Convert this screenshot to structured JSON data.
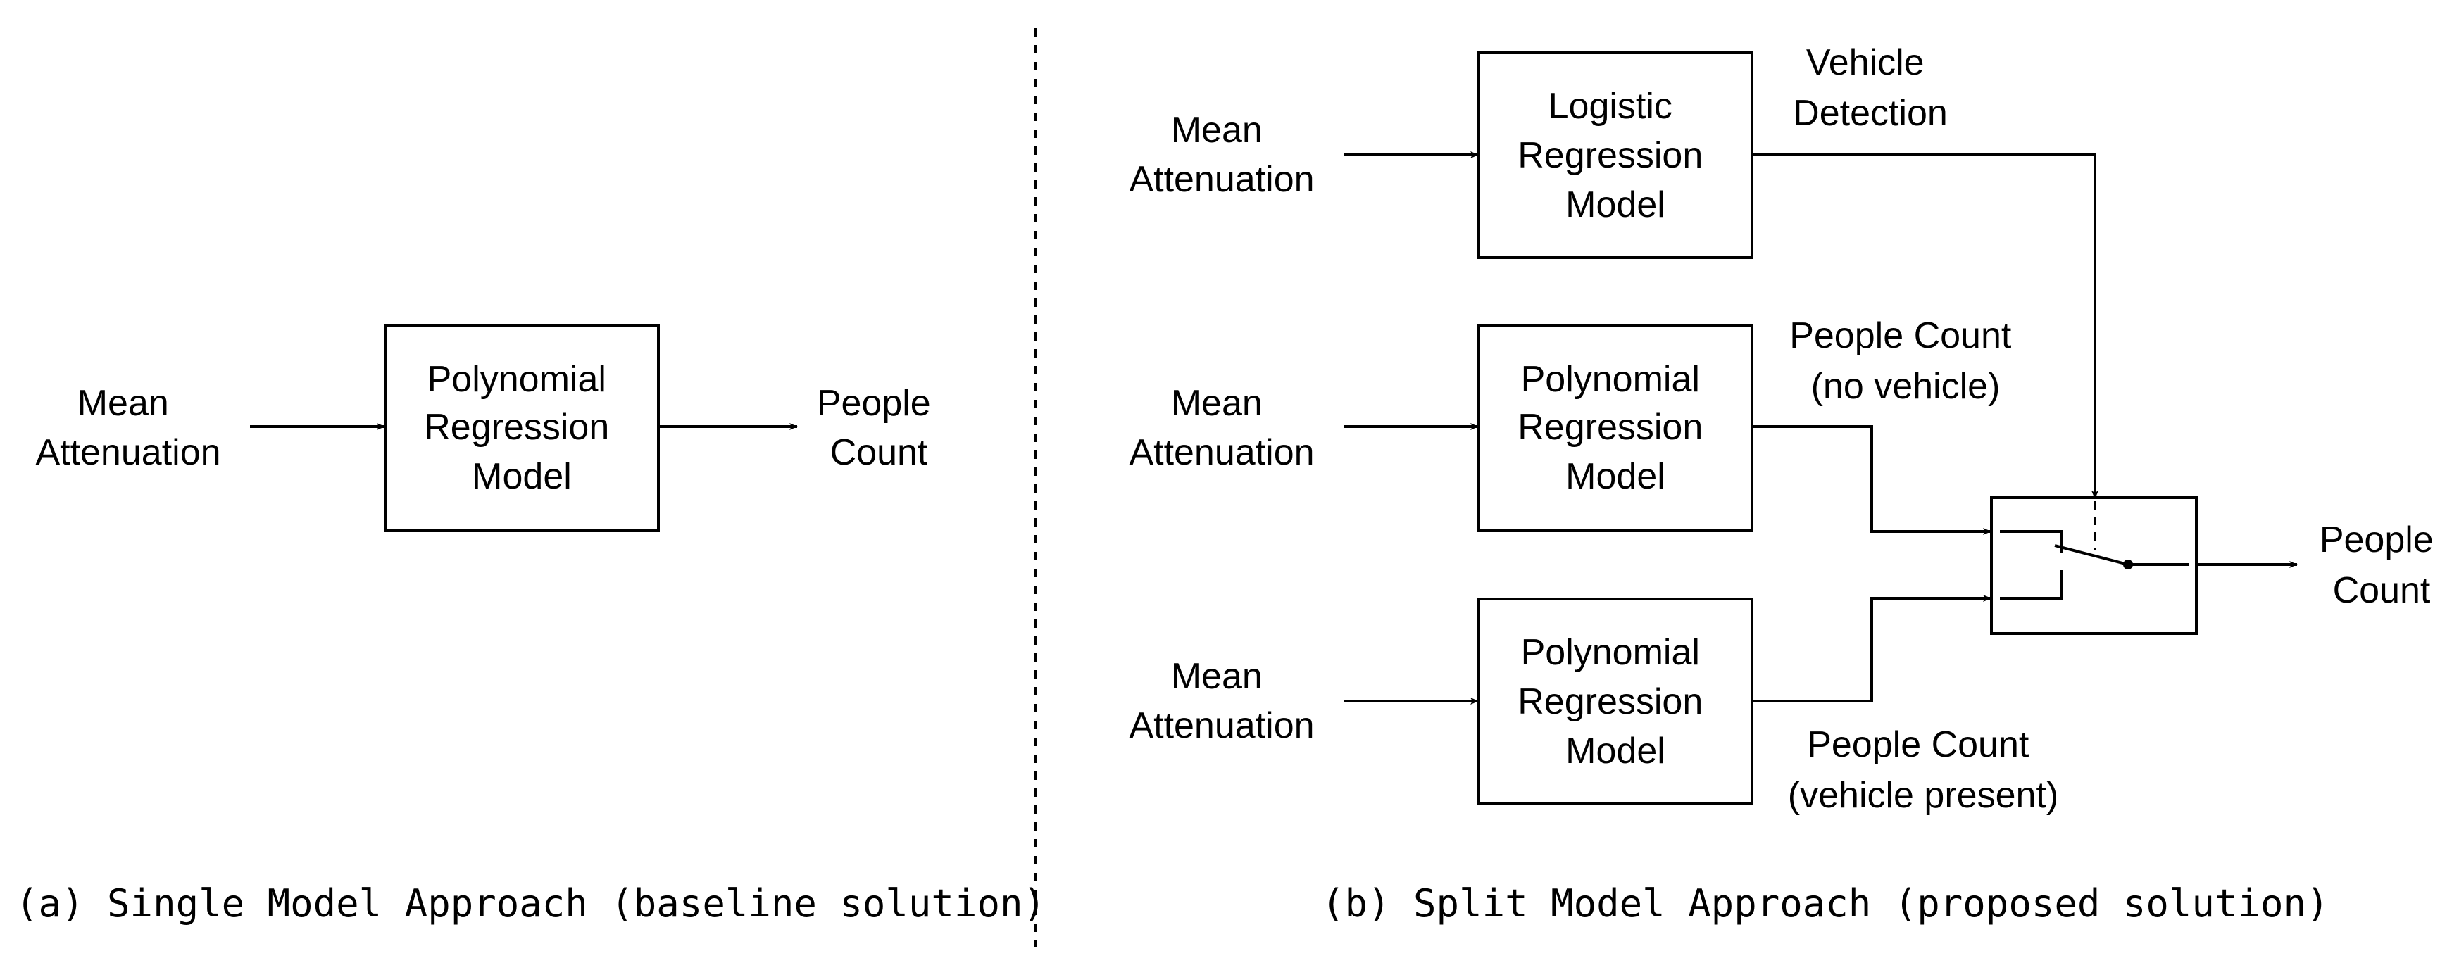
{
  "panel_a": {
    "input_label": [
      "Mean",
      "Attenuation"
    ],
    "model_label": [
      "Polynomial",
      "Regression",
      "Model"
    ],
    "output_label": [
      "People",
      "Count"
    ],
    "caption": "(a) Single Model Approach (baseline solution)"
  },
  "panel_b": {
    "input_labels": [
      [
        "Mean",
        "Attenuation"
      ],
      [
        "Mean",
        "Attenuation"
      ],
      [
        "Mean",
        "Attenuation"
      ]
    ],
    "logistic_model_label": [
      "Logistic",
      "Regression",
      "Model"
    ],
    "poly_model_1_label": [
      "Polynomial",
      "Regression",
      "Model"
    ],
    "poly_model_2_label": [
      "Polynomial",
      "Regression",
      "Model"
    ],
    "vehicle_detection_label": [
      "Vehicle",
      "Detection"
    ],
    "no_vehicle_label": [
      "People Count",
      "(no vehicle)"
    ],
    "vehicle_present_label": [
      "People Count",
      "(vehicle present)"
    ],
    "output_label": [
      "People",
      "Count"
    ],
    "caption": "(b) Split Model Approach (proposed solution)"
  }
}
